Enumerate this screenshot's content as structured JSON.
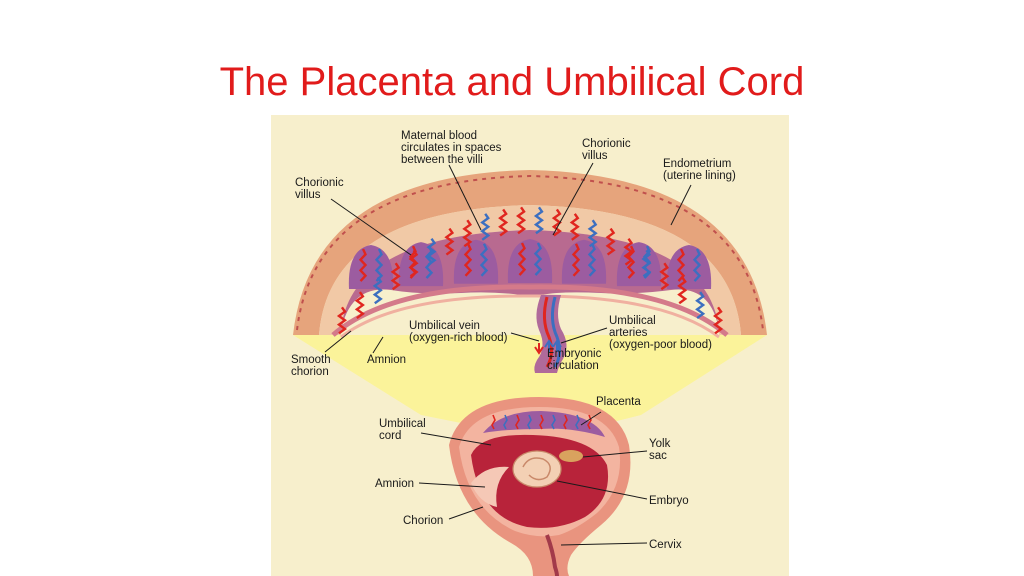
{
  "slide": {
    "title": "The Placenta and Umbilical Cord",
    "title_color": "#e11b1b"
  },
  "diagram": {
    "colors": {
      "background": "#f7efcc",
      "highlight": "#fbf39a",
      "uterine_wall": "#e6a47c",
      "villus_tissue": "#9c5ca0",
      "maternal_blood": "#b86a90",
      "oxygen_rich": "#e0261f",
      "oxygen_poor": "#3c6fc0",
      "uterus_outer": "#e9947f",
      "cavity": "#b8233a"
    },
    "labels": {
      "maternal_blood": [
        "Maternal blood",
        "circulates in spaces",
        "between the villi"
      ],
      "chorionic_villus_top": [
        "Chorionic",
        "villus"
      ],
      "endometrium": [
        "Endometrium",
        "(uterine lining)"
      ],
      "chorionic_villus_left": [
        "Chorionic",
        "villus"
      ],
      "umbilical_vein": [
        "Umbilical vein",
        "(oxygen-rich blood)"
      ],
      "umbilical_arteries": [
        "Umbilical",
        "arteries",
        "(oxygen-poor blood)"
      ],
      "smooth_chorion": [
        "Smooth",
        "chorion"
      ],
      "amnion_top": [
        "Amnion"
      ],
      "embryonic_circulation": [
        "Embryonic",
        "circulation"
      ],
      "placenta": [
        "Placenta"
      ],
      "umbilical_cord": [
        "Umbilical",
        "cord"
      ],
      "yolk_sac": [
        "Yolk",
        "sac"
      ],
      "amnion_bottom": [
        "Amnion"
      ],
      "embryo": [
        "Embryo"
      ],
      "chorion": [
        "Chorion"
      ],
      "cervix": [
        "Cervix"
      ]
    }
  }
}
